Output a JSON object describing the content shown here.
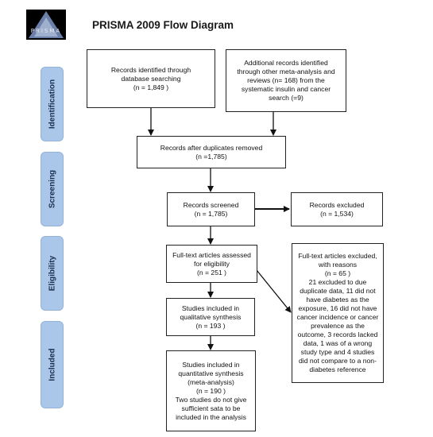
{
  "header": {
    "logo_text": "PRISMA",
    "title": "PRISMA 2009 Flow Diagram"
  },
  "stages": {
    "identification": "Identification",
    "screening": "Screening",
    "eligibility": "Eligibility",
    "included": "Included"
  },
  "boxes": {
    "db_search": "Records identified through\ndatabase searching\n(n = 1,849 )",
    "additional": "Additional records identified\nthrough other meta-analysis and\nreviews (n= 168) from the\nsystematic insulin and cancer\nsearch (=9)",
    "dup_removed": "Records after duplicates removed\n(n =1,785)",
    "screened": "Records screened\n(n = 1,785)",
    "excluded": "Records excluded\n(n = 1,534)",
    "fulltext": "Full-text articles assessed\nfor eligibility\n(n = 251 )",
    "fulltext_excluded": "Full-text articles excluded,\nwith reasons\n(n = 65 )\n21 excluded to due\nduplicate data, 11 did not\nhave diabetes as the\nexposure, 16 did not have\ncancer incidence or cancer\nprevalence as the\noutcome, 3 records lacked\ndata, 1 was of a wrong\nstudy type and 4 studies\ndid not compare to a non-\ndiabetes reference",
    "qualitative": "Studies included in\nqualitative synthesis\n(n = 193 )",
    "quantitative": "Studies included in\nquantitative synthesis\n(meta-analysis)\n(n = 190 )\nTwo studies do not give\nsufficient sata to be\nincluded in the analysis"
  }
}
